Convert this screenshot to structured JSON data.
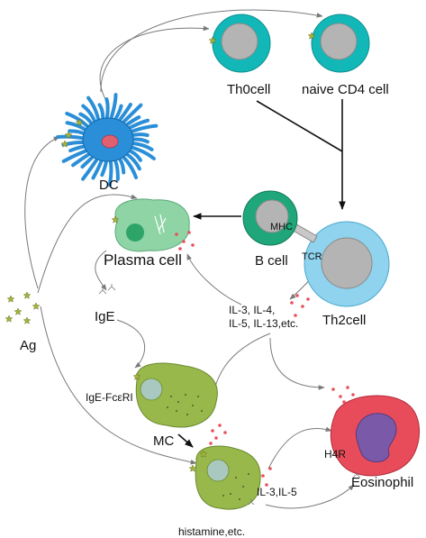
{
  "labels": {
    "th0": "Th0cell",
    "naive_cd4": "naive CD4 cell",
    "dc": "DC",
    "plasma": "Plasma cell",
    "bcell": "B cell",
    "mhc": "MHC",
    "tcr": "TCR",
    "th2": "Th2cell",
    "ige": "IgE",
    "ag": "Ag",
    "cytokines_line1": "IL-3, IL-4,",
    "cytokines_line2": "IL-5, IL-13,etc.",
    "ige_receptor": "IgE-FcεRI",
    "mc": "MC",
    "h4r": "H4R",
    "il3_il5": "IL-3,IL-5",
    "eosinophil": "Eosinophil",
    "histamine": "histamine,etc."
  },
  "colors": {
    "th_cell": "#12b8b8",
    "th2_cell": "#8fd3ee",
    "nucleus_gray": "#b4b4b4",
    "dc": "#2a8fd8",
    "dc_nucleus": "#e06070",
    "plasma": "#8fd4a4",
    "plasma_nucleus": "#2ea46a",
    "bcell": "#1fa67a",
    "mast_cell": "#98b84c",
    "eosinophil": "#e84c5a",
    "eos_nucleus": "#7a5aa8",
    "antigen_star": "#a6b43c",
    "cytokine_dot": "#e8505a"
  }
}
